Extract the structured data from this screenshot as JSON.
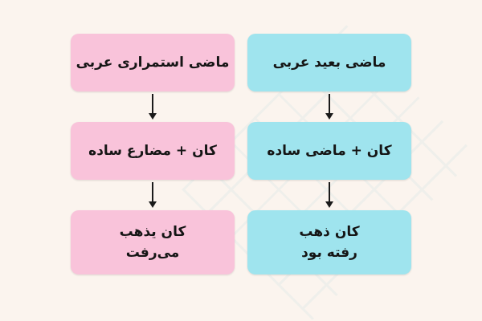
{
  "diagram": {
    "background": "#fbf4ee",
    "arrow_color": "#1a1a1a",
    "columns": [
      {
        "id": "pink-column",
        "box_color": "#f9c3da",
        "boxes": [
          {
            "lines": [
              "ماضی استمراری عربی"
            ]
          },
          {
            "lines": [
              "کان + مضارع ساده"
            ]
          },
          {
            "lines": [
              "کان یذهب",
              "می‌رفت"
            ]
          }
        ]
      },
      {
        "id": "cyan-column",
        "box_color": "#9fe4ee",
        "boxes": [
          {
            "lines": [
              "ماضی بعید عربی"
            ]
          },
          {
            "lines": [
              "کان + ماضی ساده"
            ]
          },
          {
            "lines": [
              "کان ذهب",
              "رفته بود"
            ]
          }
        ]
      }
    ]
  }
}
